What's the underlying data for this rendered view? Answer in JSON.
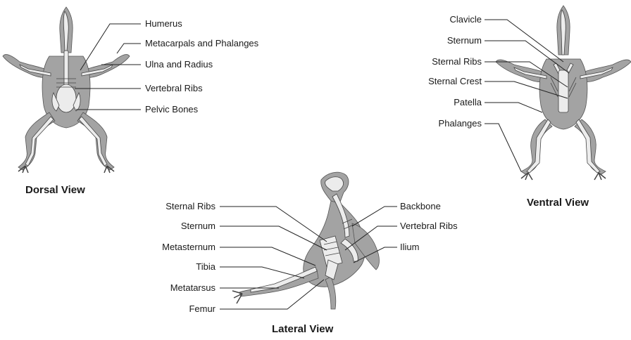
{
  "colors": {
    "silhouette": "#a3a3a3",
    "bone": "#e8e8e8",
    "outline": "#3a3a3a",
    "leader": "#222222"
  },
  "dorsal": {
    "title": "Dorsal View",
    "labels": {
      "humerus": "Humerus",
      "metacarpals": "Metacarpals and Phalanges",
      "ulna": "Ulna and Radius",
      "vertebral_ribs": "Vertebral Ribs",
      "pelvic": "Pelvic Bones"
    }
  },
  "ventral": {
    "title": "Ventral View",
    "labels": {
      "clavicle": "Clavicle",
      "sternum": "Sternum",
      "sternal_ribs": "Sternal Ribs",
      "sternal_crest": "Sternal Crest",
      "patella": "Patella",
      "phalanges": "Phalanges"
    }
  },
  "lateral": {
    "title": "Lateral View",
    "labels": {
      "sternal_ribs": "Sternal Ribs",
      "sternum": "Sternum",
      "metasternum": "Metasternum",
      "tibia": "Tibia",
      "metatarsus": "Metatarsus",
      "femur": "Femur",
      "backbone": "Backbone",
      "vertebral_ribs": "Vertebral Ribs",
      "ilium": "Ilium"
    }
  }
}
